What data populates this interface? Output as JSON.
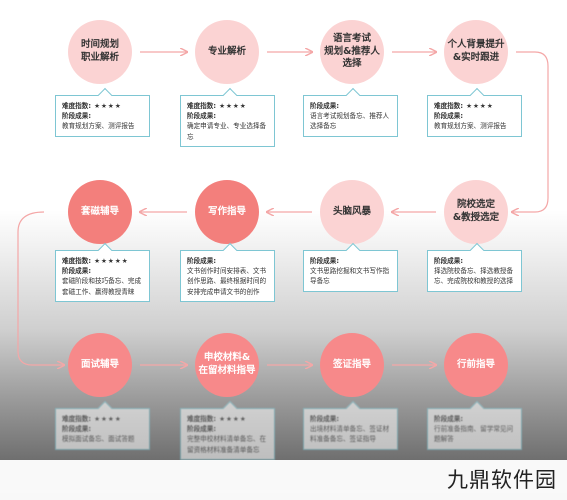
{
  "diagram": {
    "rows": [
      {
        "nodes": [
          {
            "id": "n1",
            "label": "时间规划\n职业解析",
            "style": "light",
            "card": {
              "lines": [
                {
                  "label": "难度指数:",
                  "value": "★★★★"
                },
                {
                  "label": "阶段成果:",
                  "value": ""
                },
                {
                  "label": "",
                  "value": "教育规划方案、测评报告"
                }
              ]
            }
          },
          {
            "id": "n2",
            "label": "专业解析",
            "style": "light",
            "card": {
              "lines": [
                {
                  "label": "难度指数:",
                  "value": "★★★★"
                },
                {
                  "label": "阶段成果:",
                  "value": ""
                },
                {
                  "label": "",
                  "value": "确定申请专业、专业选择备忘"
                }
              ]
            }
          },
          {
            "id": "n3",
            "label": "语言考试\n规划&推荐人\n选择",
            "style": "light",
            "card": {
              "lines": [
                {
                  "label": "阶段成果:",
                  "value": ""
                },
                {
                  "label": "",
                  "value": "语言考试规划备忘、推荐人选择备忘"
                }
              ]
            }
          },
          {
            "id": "n4",
            "label": "个人背景提升\n&实时跟进",
            "style": "light",
            "card": {
              "lines": [
                {
                  "label": "难度指数:",
                  "value": "★★★★"
                },
                {
                  "label": "阶段成果:",
                  "value": ""
                },
                {
                  "label": "",
                  "value": "教育规划方案、测评报告"
                }
              ]
            }
          }
        ]
      },
      {
        "nodes": [
          {
            "id": "n8",
            "label": "套磁辅导",
            "style": "solid",
            "card": {
              "lines": [
                {
                  "label": "难度指数:",
                  "value": "★★★★★"
                },
                {
                  "label": "阶段成果:",
                  "value": ""
                },
                {
                  "label": "",
                  "value": "套磁阶段和技巧备忘、完成套磁工作、赢得教授青睐"
                }
              ]
            }
          },
          {
            "id": "n7",
            "label": "写作指导",
            "style": "solid",
            "card": {
              "lines": [
                {
                  "label": "阶段成果:",
                  "value": ""
                },
                {
                  "label": "",
                  "value": "文书创作时间安排表、文书创作思路、最终根据时间的安排完成申请文书的创作"
                }
              ]
            }
          },
          {
            "id": "n6",
            "label": "头脑风暴",
            "style": "light",
            "card": {
              "lines": [
                {
                  "label": "阶段成果:",
                  "value": ""
                },
                {
                  "label": "",
                  "value": "文书思路挖掘和文书写作指导备忘"
                }
              ]
            }
          },
          {
            "id": "n5",
            "label": "院校选定\n&教授选定",
            "style": "light",
            "card": {
              "lines": [
                {
                  "label": "阶段成果:",
                  "value": ""
                },
                {
                  "label": "",
                  "value": "择选院校备忘、择选教授备忘、完成院校和教授的选择"
                }
              ]
            }
          }
        ]
      },
      {
        "nodes": [
          {
            "id": "n9",
            "label": "面试辅导",
            "style": "bright",
            "card": {
              "lines": [
                {
                  "label": "难度指数:",
                  "value": "★★★★"
                },
                {
                  "label": "阶段成果:",
                  "value": ""
                },
                {
                  "label": "",
                  "value": "模拟面试备忘、面试答题"
                }
              ]
            }
          },
          {
            "id": "n10",
            "label": "申校材料&\n在留材料指导",
            "style": "bright",
            "card": {
              "lines": [
                {
                  "label": "难度指数:",
                  "value": "★★★★"
                },
                {
                  "label": "阶段成果:",
                  "value": ""
                },
                {
                  "label": "",
                  "value": "完整申校材料清单备忘、在留资格材料准备清单备忘"
                }
              ]
            }
          },
          {
            "id": "n11",
            "label": "签证指导",
            "style": "bright",
            "card": {
              "lines": [
                {
                  "label": "阶段成果:",
                  "value": ""
                },
                {
                  "label": "",
                  "value": "出境材料清单备忘、签证材料准备备忘、签证指导"
                }
              ]
            }
          },
          {
            "id": "n12",
            "label": "行前指导",
            "style": "bright",
            "card": {
              "lines": [
                {
                  "label": "阶段成果:",
                  "value": ""
                },
                {
                  "label": "",
                  "value": "行前准备指南、留学常见问题解答"
                }
              ]
            }
          }
        ]
      }
    ],
    "colors": {
      "light_node": "#fbd3d3",
      "solid_node": "#f37f7c",
      "bright_node": "#f7898a",
      "arrow": "#f4a7a7",
      "card_border": "#7ec6d3"
    }
  },
  "watermark": {
    "text": "九鼎软件园"
  }
}
